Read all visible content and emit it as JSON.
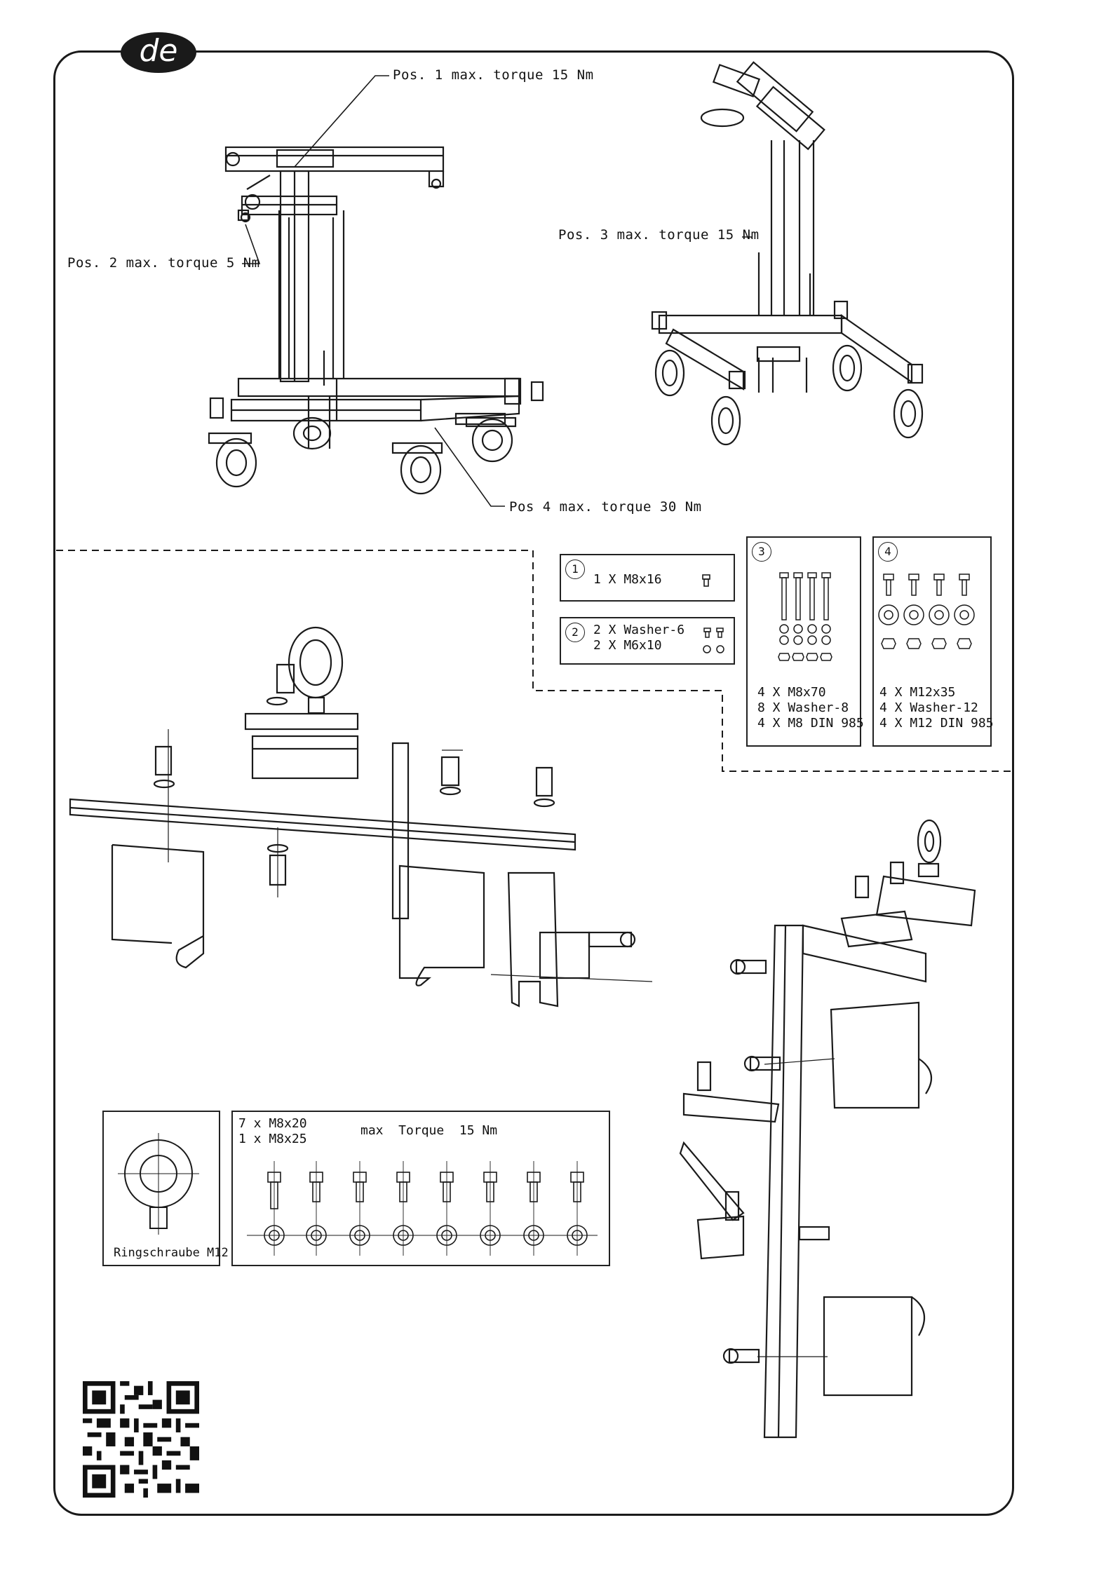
{
  "language_badge": "de",
  "labels": {
    "pos1": "Pos. 1 max. torque 15 Nm",
    "pos2": "Pos. 2 max. torque 5 Nm",
    "pos3": "Pos. 3 max. torque 15 Nm",
    "pos4": "Pos 4 max. torque 30 Nm"
  },
  "parts_boxes": [
    {
      "number": "1",
      "lines": [
        "1 X M8x16"
      ]
    },
    {
      "number": "2",
      "lines": [
        "2 X Washer-6",
        "2 X M6x10"
      ]
    },
    {
      "number": "3",
      "lines": [
        "4 X M8x70",
        "8 X Washer-8",
        "4 X M8 DIN 985"
      ]
    },
    {
      "number": "4",
      "lines": [
        "4 X M12x35",
        "4 X Washer-12",
        "4 X M12 DIN 985"
      ]
    }
  ],
  "ring_box": {
    "caption": "Ringschraube M12"
  },
  "screws_box": {
    "line1": "7 x M8x20",
    "line2": "1 x M8x25",
    "torque": "max  Torque  15 Nm"
  },
  "colors": {
    "line": "#1a1a1a",
    "background": "#ffffff"
  },
  "icons": [
    "qr-code-icon",
    "eye-bolt-icon",
    "bolt-icon",
    "washer-icon",
    "nut-icon"
  ]
}
